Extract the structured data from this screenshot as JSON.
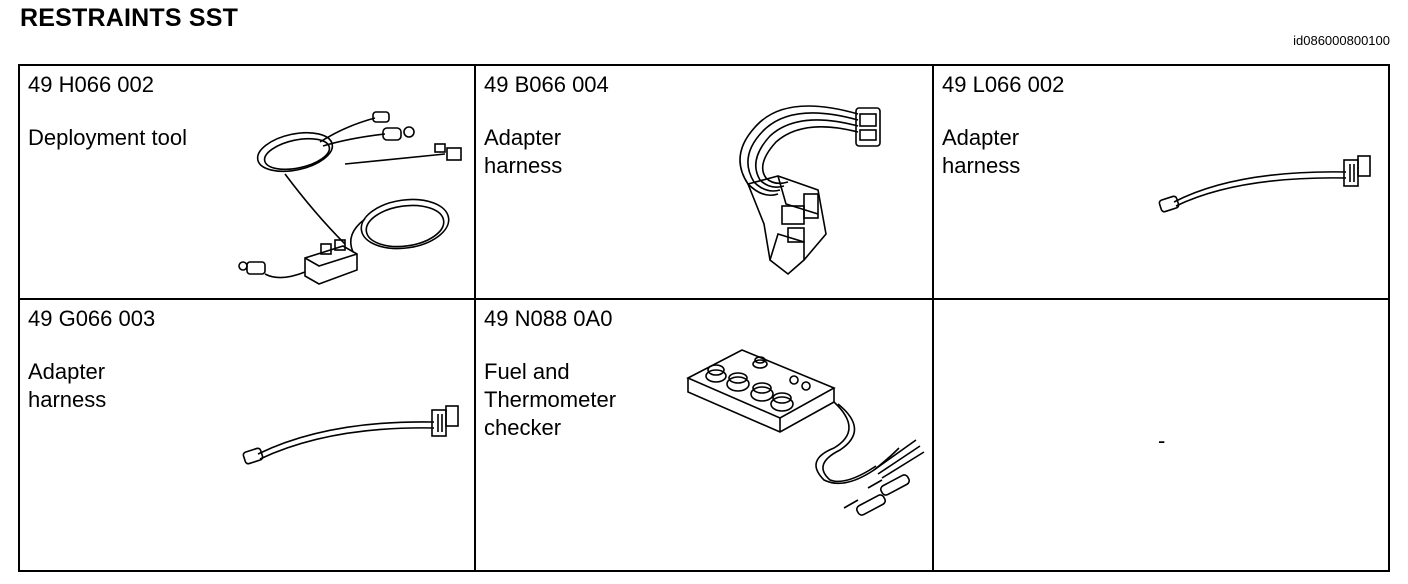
{
  "header": {
    "title": "RESTRAINTS SST",
    "doc_id": "id086000800100"
  },
  "tools": [
    {
      "part_number": "49 H066 002",
      "name_line1": "Deployment tool",
      "name_line2": "",
      "name_line3": "",
      "illustration": "deployment-tool-icon"
    },
    {
      "part_number": "49 B066 004",
      "name_line1": "Adapter",
      "name_line2": "harness",
      "name_line3": "",
      "illustration": "adapter-harness-connector-icon"
    },
    {
      "part_number": "49 L066 002",
      "name_line1": "Adapter",
      "name_line2": "harness",
      "name_line3": "",
      "illustration": "adapter-harness-cable-icon"
    },
    {
      "part_number": "49 G066 003",
      "name_line1": "Adapter",
      "name_line2": "harness",
      "name_line3": "",
      "illustration": "adapter-harness-cable-icon"
    },
    {
      "part_number": "49 N088 0A0",
      "name_line1": "Fuel and",
      "name_line2": "Thermometer",
      "name_line3": "checker",
      "illustration": "fuel-thermometer-checker-icon"
    },
    {
      "part_number": "",
      "name_line1": "-",
      "name_line2": "",
      "name_line3": "",
      "illustration": ""
    }
  ]
}
